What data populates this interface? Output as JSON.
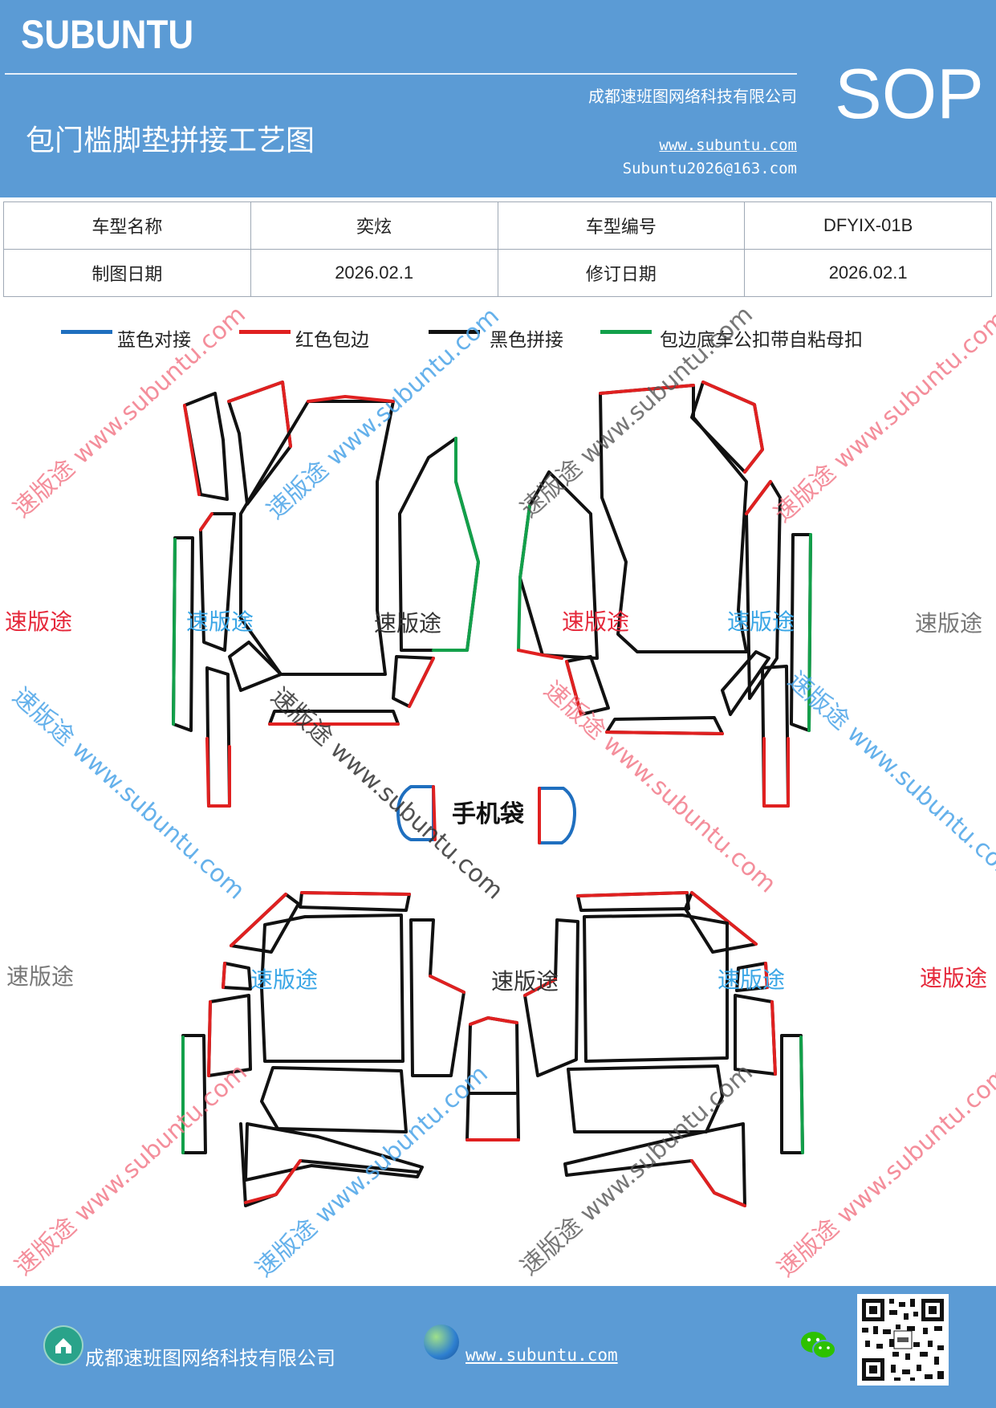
{
  "header": {
    "brand": "SUBUNTU",
    "company": "成都速班图网络科技有限公司",
    "title": "包门槛脚垫拼接工艺图",
    "website": "www.subuntu.com",
    "email": "Subuntu2026@163.com",
    "badge": "SOP"
  },
  "info_table": {
    "model_name_label": "车型名称",
    "model_name_value": "奕炫",
    "model_code_label": "车型编号",
    "model_code_value": "DFYIX-01B",
    "draw_date_label": "制图日期",
    "draw_date_value": "2026.02.1",
    "revise_date_label": "修订日期",
    "revise_date_value": "2026.02.1"
  },
  "legend": [
    {
      "label": "蓝色对接",
      "color": "#1f6fbf"
    },
    {
      "label": "红色包边",
      "color": "#e02020"
    },
    {
      "label": "黑色拼接",
      "color": "#111111"
    },
    {
      "label": "包边底车公扣带自粘母扣",
      "color": "#12a04a"
    }
  ],
  "diagram": {
    "phone_bag_label": "手机袋"
  },
  "watermarks": {
    "short": "速版途",
    "long": "速版途 www.subuntu.com"
  },
  "footer": {
    "company": "成都速班图网络科技有限公司",
    "website": "www.subuntu.com",
    "icons": [
      "home-icon",
      "globe-icon",
      "wechat-icon",
      "qr-code"
    ]
  }
}
